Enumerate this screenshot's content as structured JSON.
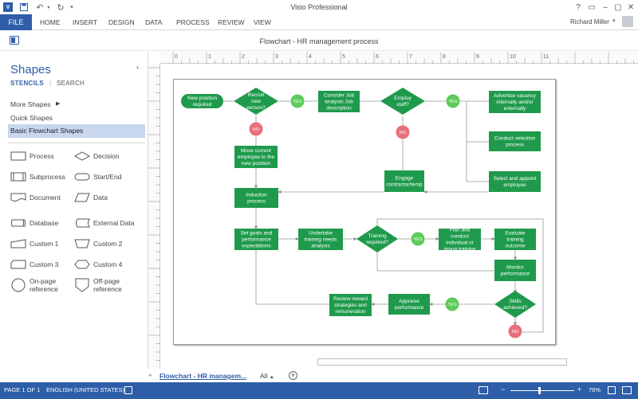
{
  "app": {
    "title": "Visio Professional",
    "user": "Richard Miller"
  },
  "ribbon": {
    "file": "FILE",
    "tabs": [
      "HOME",
      "INSERT",
      "DESIGN",
      "DATA",
      "PROCESS",
      "REVIEW",
      "VIEW"
    ]
  },
  "document": {
    "title": "Flowchart - HR management process"
  },
  "panel": {
    "title": "Shapes",
    "stencils_tab": "STENCILS",
    "search_tab": "SEARCH",
    "more_shapes": "More Shapes",
    "quick_shapes": "Quick Shapes",
    "active_stencil": "Basic Flowchart Shapes",
    "shapes": [
      "Process",
      "Decision",
      "Subprocess",
      "Start/End",
      "Document",
      "Data",
      "Database",
      "External Data",
      "Custom 1",
      "Custom 2",
      "Custom 3",
      "Custom 4",
      "On-page reference",
      "Off-page reference"
    ]
  },
  "ruler": {
    "marks": [
      "0",
      "1",
      "2",
      "3",
      "4",
      "5",
      "6",
      "7",
      "8",
      "9",
      "10",
      "11"
    ]
  },
  "flowchart": {
    "nodes": {
      "new_position": "New position required",
      "recruit": "Recruit new person?",
      "consider": "Consider Job analysis Job description",
      "employ": "Employ staff?",
      "advertise": "Advertise vacancy internally and/or externally",
      "conduct_selection": "Conduct selection process",
      "select_appoint": "Select and appoint employee",
      "move_current": "Move current employee to the new position",
      "engage": "Engage contractor/temp",
      "induction": "Induction process",
      "set_goals": "Set goals and performance expectations",
      "undertake": "Undertake training needs analysis",
      "training_required": "Training required?",
      "plan_conduct": "Plan and conduct individual or group training",
      "evaluate": "Evaluate training outcome",
      "monitor": "Monitor performance",
      "skills": "Skills achieved?",
      "appraise": "Appraise performance",
      "review_reward": "Review reward strategies and remuneration"
    },
    "yes": "YES",
    "no": "NO"
  },
  "tabs": {
    "active": "Flowchart - HR managem...",
    "all": "All"
  },
  "status": {
    "page": "PAGE 1 OF 1",
    "language": "ENGLISH (UNITED STATES)",
    "zoom": "76%"
  },
  "colors": {
    "green": "#1f9a4c",
    "yes": "#5ccb5a",
    "no": "#e8707a",
    "accent": "#2e5ea8"
  }
}
